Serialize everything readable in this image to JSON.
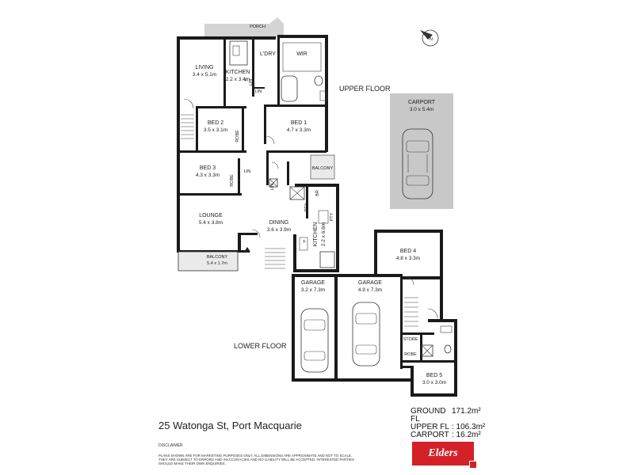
{
  "floor_labels": {
    "upper": "UPPER FLOOR",
    "lower": "LOWER FLOOR"
  },
  "north_label": "N",
  "rooms": {
    "porch": {
      "name": "PORCH"
    },
    "laundry": {
      "name": "L'DRY"
    },
    "wir": {
      "name": "WIR"
    },
    "living": {
      "name": "LIVING",
      "dims": "3.4 x 5.1m"
    },
    "kitchen_upper": {
      "name": "KITCHEN",
      "dims": "2.2 x 3.4m"
    },
    "bed1": {
      "name": "BED 1",
      "dims": "4.7 x 3.3m"
    },
    "bed2": {
      "name": "BED 2",
      "dims": "3.5 x 3.1m"
    },
    "bed3": {
      "name": "BED 3",
      "dims": "4.3 x 3.3m"
    },
    "lounge": {
      "name": "LOUNGE",
      "dims": "5.4 x 3.8m"
    },
    "dining": {
      "name": "DINING",
      "dims": "3.6 x 3.9m"
    },
    "kitchen_lower": {
      "name": "KITCHEN",
      "dims": "2.2 x 6.6m"
    },
    "balcony_small": {
      "name": "BALCONY"
    },
    "balcony_large": {
      "name": "BALCONY",
      "dims": "5.4 x 1.7m"
    },
    "carport": {
      "name": "CARPORT",
      "dims": "3.0 x 5.4m"
    },
    "bed4": {
      "name": "BED 4",
      "dims": "4.8 x 3.3m"
    },
    "garage1": {
      "name": "GARAGE",
      "dims": "3.2 x 7.3m"
    },
    "garage2": {
      "name": "GARAGE",
      "dims": "4.9 x 7.3m"
    },
    "bed5": {
      "name": "BED 5",
      "dims": "3.0 x 3.0m"
    },
    "store": {
      "name": "STORE"
    }
  },
  "small_labels": {
    "lin": "LIN",
    "robe": "ROBE",
    "pty": "PTY",
    "f": "F",
    "br": "BR"
  },
  "address": "25 Watonga St, Port Macquarie",
  "areas": [
    {
      "label": "GROUND FL",
      "value": "171.2m²"
    },
    {
      "label": "UPPER FL",
      "value": ": 106.3m²"
    },
    {
      "label": "CARPORT",
      "value": ":  16.2m²"
    }
  ],
  "disclaimer": {
    "title": "DISCLAIMER",
    "text": "PLANS SHOWN ARE FOR MARKETING PURPOSES ONLY. ALL DIMENSIONS ARE APPROXIMATE AND NOT TO SCALE. THEY ARE SUBJECT TO ERRORS AND INACCURACIES AND NO LIABILITY WILL BE ACCEPTED. INTERESTED PARTIES SHOULD MAKE THEIR OWN ENQUIRIES."
  },
  "logo": {
    "text": "Elders"
  },
  "colors": {
    "wall": "#1a1a1a",
    "carport_fill": "#c8c8c8",
    "porch_fill": "#d4d4d4",
    "logo": "#d42027"
  }
}
